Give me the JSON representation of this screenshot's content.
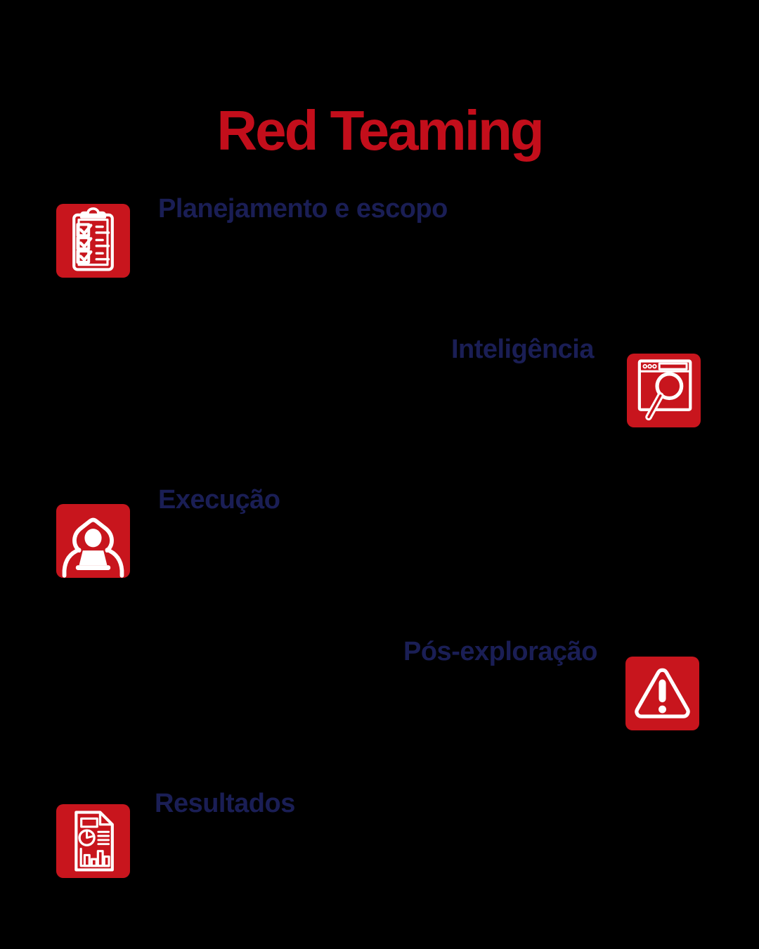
{
  "title": {
    "text": "Red Teaming"
  },
  "steps": [
    {
      "label": "Planejamento e escopo",
      "icon": "clipboard-checklist-icon",
      "side": "left"
    },
    {
      "label": "Inteligência",
      "icon": "browser-search-icon",
      "side": "right"
    },
    {
      "label": "Execução",
      "icon": "hacker-laptop-icon",
      "side": "left"
    },
    {
      "label": "Pós-exploração",
      "icon": "warning-triangle-icon",
      "side": "right"
    },
    {
      "label": "Resultados",
      "icon": "report-chart-icon",
      "side": "left"
    }
  ],
  "colors": {
    "background": "#000000",
    "title_red": "#C30E1B",
    "accent_red": "#C8151D",
    "label_navy": "#1A1E55",
    "icon_glyph": "#FFFFFF"
  }
}
